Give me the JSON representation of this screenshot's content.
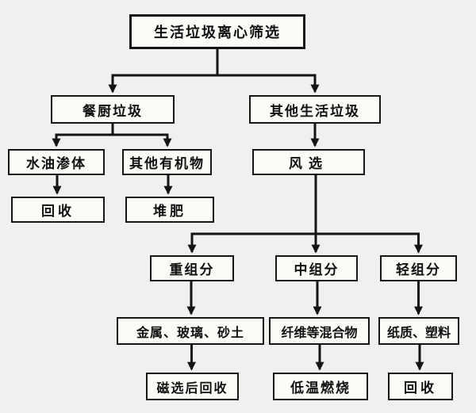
{
  "diagram": {
    "type": "flowchart",
    "background_color": "#f1f0ee",
    "node_fill_color": "#fcfbf8",
    "line_color": "#141414",
    "nodes": {
      "root": {
        "label": "生活垃圾离心筛选"
      },
      "kitchen_waste": {
        "label": "餐厨垃圾"
      },
      "other_household_waste": {
        "label": "其他生活垃圾"
      },
      "water_oil": {
        "label": "水油渗体"
      },
      "other_organics": {
        "label": "其他有机物"
      },
      "recycle_left": {
        "label": "回收"
      },
      "compost": {
        "label": "堆肥"
      },
      "air_classification": {
        "label": "风选"
      },
      "heavy_fraction": {
        "label": "重组分"
      },
      "medium_fraction": {
        "label": "中组分"
      },
      "light_fraction": {
        "label": "轻组分"
      },
      "metal_glass_sand": {
        "label": "金属、玻璃、砂土"
      },
      "fiber_mixture": {
        "label": "纤维等混合物"
      },
      "paper_plastic": {
        "label": "纸质、塑料"
      },
      "magnetic_recycle": {
        "label": "磁选后回收"
      },
      "low_temp_combustion": {
        "label": "低温燃烧"
      },
      "recycle_right": {
        "label": "回收"
      }
    },
    "edges": [
      [
        "root",
        "kitchen_waste"
      ],
      [
        "root",
        "other_household_waste"
      ],
      [
        "kitchen_waste",
        "water_oil"
      ],
      [
        "kitchen_waste",
        "other_organics"
      ],
      [
        "water_oil",
        "recycle_left"
      ],
      [
        "other_organics",
        "compost"
      ],
      [
        "other_household_waste",
        "air_classification"
      ],
      [
        "air_classification",
        "heavy_fraction"
      ],
      [
        "air_classification",
        "medium_fraction"
      ],
      [
        "air_classification",
        "light_fraction"
      ],
      [
        "heavy_fraction",
        "metal_glass_sand"
      ],
      [
        "medium_fraction",
        "fiber_mixture"
      ],
      [
        "light_fraction",
        "paper_plastic"
      ],
      [
        "metal_glass_sand",
        "magnetic_recycle"
      ],
      [
        "fiber_mixture",
        "low_temp_combustion"
      ],
      [
        "paper_plastic",
        "recycle_right"
      ]
    ]
  }
}
